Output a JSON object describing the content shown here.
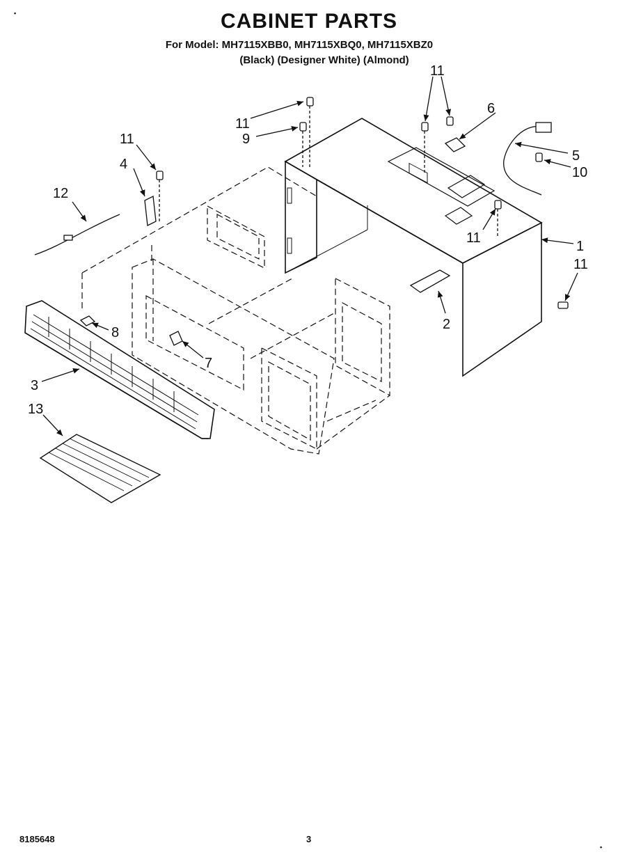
{
  "header": {
    "title": "CABINET PARTS",
    "models": "For Model: MH7115XBB0, MH7115XBQ0, MH7115XBZ0",
    "colors": "(Black) (Designer White) (Almond)"
  },
  "callouts": [
    {
      "id": "c1",
      "label": "1"
    },
    {
      "id": "c2",
      "label": "2"
    },
    {
      "id": "c3",
      "label": "3"
    },
    {
      "id": "c4",
      "label": "4"
    },
    {
      "id": "c5",
      "label": "5"
    },
    {
      "id": "c6",
      "label": "6"
    },
    {
      "id": "c7",
      "label": "7"
    },
    {
      "id": "c8",
      "label": "8"
    },
    {
      "id": "c9",
      "label": "9"
    },
    {
      "id": "c10",
      "label": "10"
    },
    {
      "id": "c11a",
      "label": "11"
    },
    {
      "id": "c11b",
      "label": "11"
    },
    {
      "id": "c11c",
      "label": "11"
    },
    {
      "id": "c11d",
      "label": "11"
    },
    {
      "id": "c11e",
      "label": "11"
    },
    {
      "id": "c12",
      "label": "12"
    },
    {
      "id": "c13",
      "label": "13"
    }
  ],
  "footer": {
    "doc_number": "8185648",
    "page": "3"
  }
}
